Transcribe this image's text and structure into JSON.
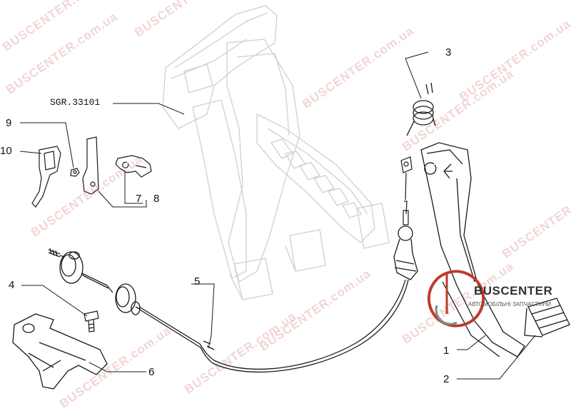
{
  "callouts": {
    "c1": "1",
    "c2": "2",
    "c3": "3",
    "c4": "4",
    "c5": "5",
    "c6": "6",
    "c7": "7",
    "c8": "8",
    "c9": "9",
    "c10": "10"
  },
  "reference_label": "SGR.33101",
  "watermark": {
    "text": "BUSCENTER.com.ua"
  },
  "logo": {
    "name": "BUSCENTER",
    "tagline": "АВТОМОБІЛЬНІ ЗАПЧАСТИНИ",
    "accent": "#c0392b"
  }
}
